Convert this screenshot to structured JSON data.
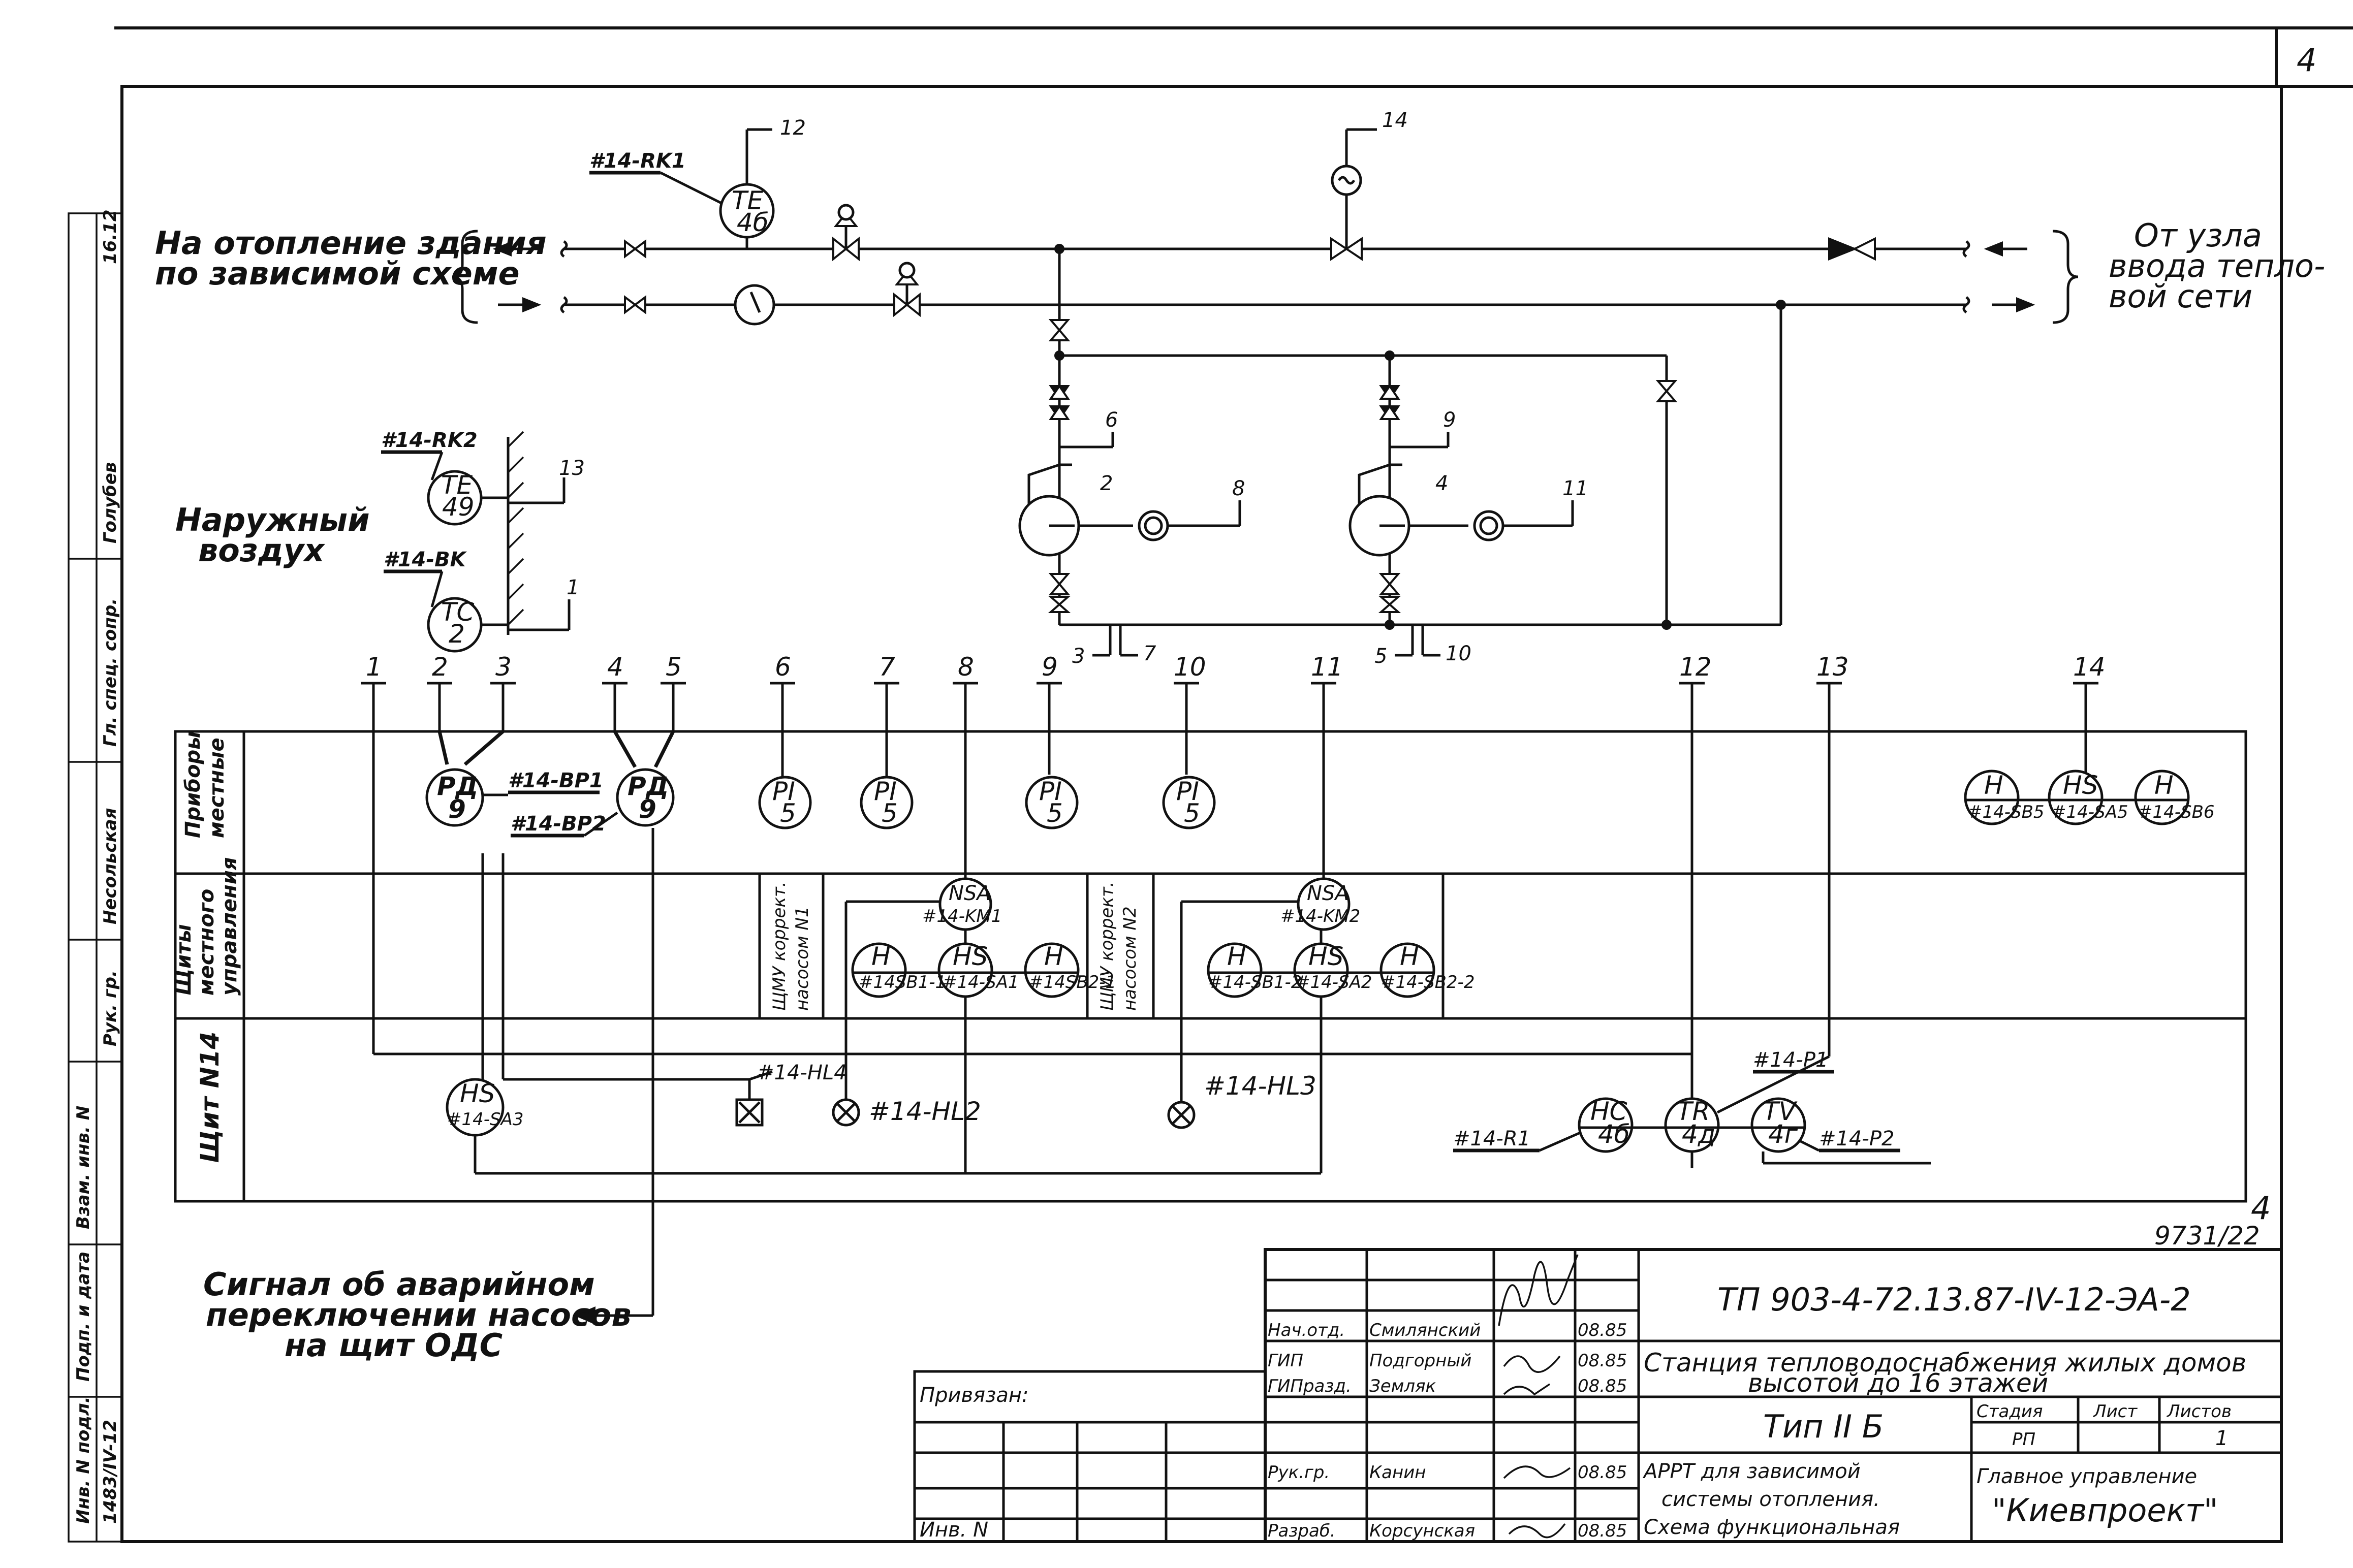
{
  "sheet": {
    "page_number": "4",
    "revision_mark": "4",
    "doc_number": "9731/22"
  },
  "flows": {
    "left_label_1": "На отопление здания",
    "left_label_2": "по зависимой схеме",
    "right_label_1": "От узла",
    "right_label_2": "ввода тепло-",
    "right_label_3": "вой сети",
    "outdoor_1": "Наружный",
    "outdoor_2": "воздух",
    "alarm_1": "Сигнал об аварийном",
    "alarm_2": "переключении насосов",
    "alarm_3": "на щит ОДС"
  },
  "tags": {
    "rk1": "#14-RK1",
    "rk2": "#14-RK2",
    "bk": "#14-BK",
    "bp1": "#14-BP1",
    "bp2": "#14-BP2",
    "hl4": "#14-HL4",
    "hl2": "#14-HL2",
    "hl3": "#14-HL3",
    "r1": "#14-R1",
    "p1": "#14-P1",
    "p2": "#14-P2"
  },
  "instruments": {
    "te4": {
      "top": "TE",
      "bot": "4б"
    },
    "te49": {
      "top": "TE",
      "bot": "49"
    },
    "tc2": {
      "top": "TC",
      "bot": "2"
    },
    "rd1": {
      "top": "РД",
      "bot": "9"
    },
    "rd2": {
      "top": "РД",
      "bot": "9"
    },
    "pi1": {
      "top": "PI",
      "bot": "5"
    },
    "pi2": {
      "top": "PI",
      "bot": "5"
    },
    "pi3": {
      "top": "PI",
      "bot": "5"
    },
    "pi4": {
      "top": "PI",
      "bot": "5"
    },
    "h_sb5": {
      "top": "H",
      "bot": "#14-SB5"
    },
    "hs_sa5": {
      "top": "HS",
      "bot": "#14-SA5"
    },
    "h_sb6": {
      "top": "H",
      "bot": "#14-SB6"
    },
    "nsa1": {
      "top": "NSA",
      "bot": "#14-KM1"
    },
    "h_sb11": {
      "top": "H",
      "bot": "#14SB1-1"
    },
    "hs_sa1": {
      "top": "HS",
      "bot": "#14-SA1"
    },
    "h_sb21": {
      "top": "H",
      "bot": "#14SB2-1"
    },
    "nsa2": {
      "top": "NSA",
      "bot": "#14-KM2"
    },
    "h_sb12": {
      "top": "H",
      "bot": "#14-SB1-2"
    },
    "hs_sa2": {
      "top": "HS",
      "bot": "#14-SA2"
    },
    "h_sb22": {
      "top": "H",
      "bot": "#14-SB2-2"
    },
    "hs_sa3": {
      "top": "HS",
      "bot": "#14-SA3"
    },
    "hc4": {
      "top": "HC",
      "bot": "4б"
    },
    "tr4": {
      "top": "TR",
      "bot": "4д"
    },
    "tv4": {
      "top": "TV",
      "bot": "4г"
    }
  },
  "rows": {
    "row1_1": "Приборы",
    "row1_2": "местные",
    "row2_1": "Щиты",
    "row2_2": "местного",
    "row2_3": "управления",
    "row3_1": "Щит N14",
    "panel1_1": "ЩМУ коррект.",
    "panel1_2": "насосом N1",
    "panel2_1": "ЩМУ коррект.",
    "panel2_2": "насосом N2"
  },
  "line_numbers": [
    "1",
    "2",
    "3",
    "4",
    "5",
    "6",
    "7",
    "8",
    "9",
    "10",
    "11",
    "12",
    "13",
    "14"
  ],
  "pump_labels": {
    "n2": "2",
    "n4": "4",
    "n6": "6",
    "n9": "9",
    "n8": "8",
    "n11": "11",
    "n3": "3",
    "n7": "7",
    "n5": "5",
    "n10": "10",
    "n12": "12",
    "n13": "13",
    "n14": "14",
    "n1": "1"
  },
  "side_stamp": {
    "c1": "Инв. N подл.",
    "c2": "Подп. и дата",
    "c3": "Взам. инв. N",
    "v1": "1483/IV-12",
    "r1": "Рук. гр.",
    "r2": "Несольская",
    "r3": "Гл. спец. сопр.",
    "r4": "Голубев",
    "r5": "16.12"
  },
  "title_block": {
    "code": "ТП 903-4-72.13.87-IV-12-ЭА-2",
    "title_1": "Станция тепловодоснабжения жилых домов",
    "title_2": "высотой до 16 этажей",
    "type_label": "Тип II Б",
    "drawing_1": "АРРТ для зависимой",
    "drawing_2": "системы отопления.",
    "drawing_3": "Схема функциональная",
    "org_1": "Главное управление",
    "org_2": "\"Киевпроект\"",
    "stage_h": "Стадия",
    "sheet_h": "Лист",
    "sheets_h": "Листов",
    "stage_v": "РП",
    "sheet_v": "1",
    "binding": "Привязан:",
    "inv": "Инв. N",
    "people": [
      {
        "role": "Нач.отд.",
        "name": "Смилянский",
        "date": "08.85"
      },
      {
        "role": "ГИП",
        "name": "Подгорный",
        "date": "08.85"
      },
      {
        "role": "ГИПразд.",
        "name": "Земляк",
        "date": "08.85"
      },
      {
        "role": "Рук.гр.",
        "name": "Канин",
        "date": "08.85"
      },
      {
        "role": "Разраб.",
        "name": "Корсунская",
        "date": "08.85"
      }
    ]
  }
}
